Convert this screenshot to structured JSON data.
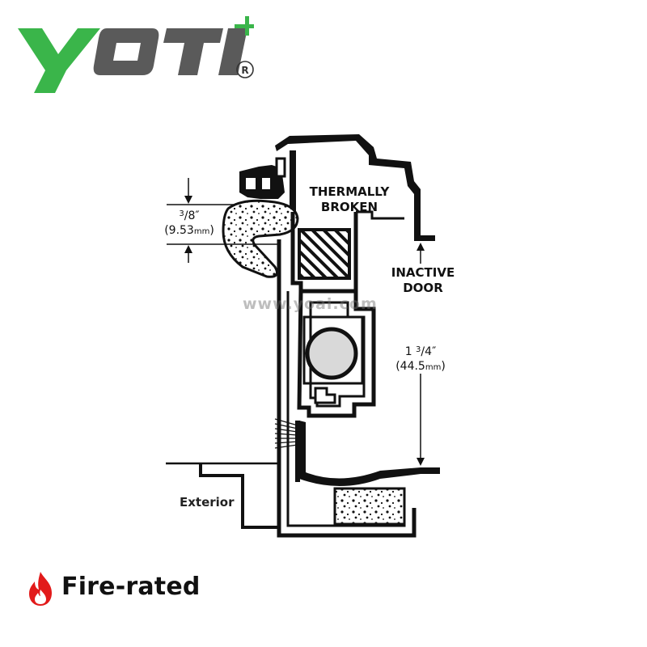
{
  "brand": {
    "logo_text": "YOTI",
    "registered_mark": "®",
    "colors": {
      "green": "#3ab54a",
      "gray": "#5a5a5a"
    }
  },
  "diagram": {
    "labels": {
      "thermally_broken_line1": "THERMALLY",
      "thermally_broken_line2": "BROKEN",
      "inactive_door_line1": "INACTIVE",
      "inactive_door_line2": "DOOR",
      "exterior": "Exterior"
    },
    "dim_gap": {
      "whole": "3",
      "frac_den": "8",
      "inch_mark": "″",
      "metric_value": "(9.53",
      "metric_unit": "mm",
      "metric_close": ")"
    },
    "dim_depth": {
      "whole": "1 ",
      "frac_num": "3",
      "frac_den": "4",
      "inch_mark": "″",
      "metric_value": "(44.5",
      "metric_unit": "mm",
      "metric_close": ")"
    },
    "watermark": "www.yoai.com"
  },
  "badge": {
    "icon": "flame-icon",
    "label": "Fire-rated",
    "color": "#e21a1a"
  }
}
